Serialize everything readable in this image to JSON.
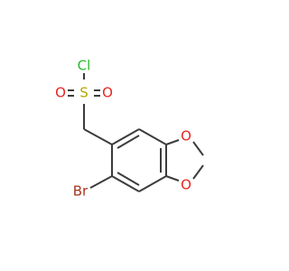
{
  "molecule": {
    "atoms": {
      "cl": {
        "label": "Cl",
        "color": "#2db82d"
      },
      "s": {
        "label": "S",
        "color": "#b8a500"
      },
      "o_left": {
        "label": "O",
        "color": "#e8251f"
      },
      "o_right": {
        "label": "O",
        "color": "#e8251f"
      },
      "o_ring_top": {
        "label": "O",
        "color": "#e8251f"
      },
      "o_ring_bottom": {
        "label": "O",
        "color": "#e8251f"
      },
      "br": {
        "label": "Br",
        "color": "#a6341c"
      }
    },
    "bond_color": "#3c3c3c"
  }
}
